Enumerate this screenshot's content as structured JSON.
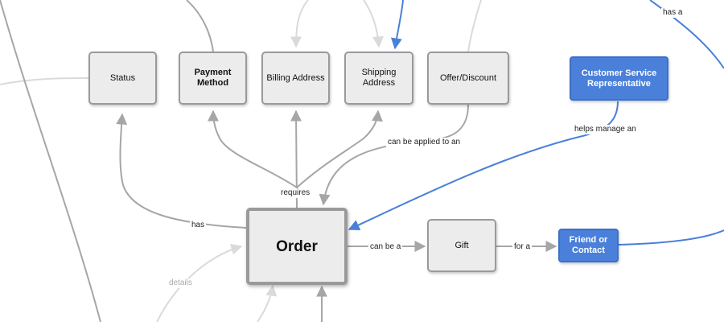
{
  "colors": {
    "node_fill": "#ececec",
    "node_border": "#9a9a9a",
    "accent_blue": "#4a80d9",
    "edge_gray": "#a6a6a6",
    "edge_faint": "#dadada",
    "edge_blue": "#4a80d9"
  },
  "nodes": {
    "status": "Status",
    "payment_method": "Payment\nMethod",
    "billing_address": "Billing Address",
    "shipping_address": "Shipping\nAddress",
    "offer_discount": "Offer/Discount",
    "customer_service": "Customer Service\nRepresentative",
    "order": "Order",
    "gift": "Gift",
    "friend_contact": "Friend or\nContact"
  },
  "edge_labels": {
    "has_a": "has a",
    "helps_manage": "helps manage an",
    "can_be_applied": "can be applied to an",
    "requires": "requires",
    "has": "has",
    "can_be_a": "can be a",
    "for_a": "for a",
    "details": "details"
  }
}
